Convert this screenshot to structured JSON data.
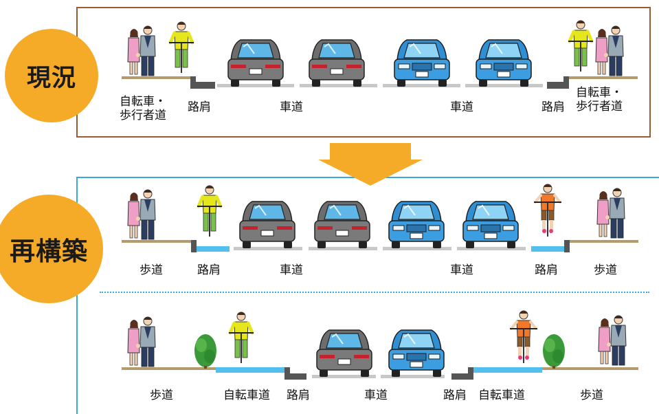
{
  "diagram": {
    "sections": [
      {
        "name": "現況",
        "labels": {
          "sidewalk_left": "自転車・\n歩行者道",
          "shoulder_left": "路肩",
          "lane_left": "車道",
          "lane_right": "車道",
          "shoulder_right": "路肩",
          "sidewalk_right": "自転車・\n歩行者道"
        }
      },
      {
        "name": "再構築",
        "option_a": {
          "sidewalk_left": "歩道",
          "shoulder_left": "路肩",
          "lane_left": "車道",
          "lane_right": "車道",
          "shoulder_right": "路肩",
          "sidewalk_right": "歩道"
        },
        "option_b": {
          "sidewalk_left": "歩道",
          "bikelane_left": "自転車道",
          "shoulder_left": "路肩",
          "lane": "車道",
          "shoulder_right": "路肩",
          "bikelane_right": "自転車道",
          "sidewalk_right": "歩道"
        }
      }
    ],
    "colors": {
      "current_frame": "#9b5a33",
      "rebuild_frame": "#38a9e0",
      "badge": "#f5ab28",
      "arrow": "#f5ab28",
      "bike_lane": "#52bfee",
      "road": "#c8c8c8",
      "curb": "#555555",
      "sidewalk": "#b59a6c",
      "car_gray": "#6d6d6d",
      "car_blue": "#2f8fd2"
    }
  }
}
